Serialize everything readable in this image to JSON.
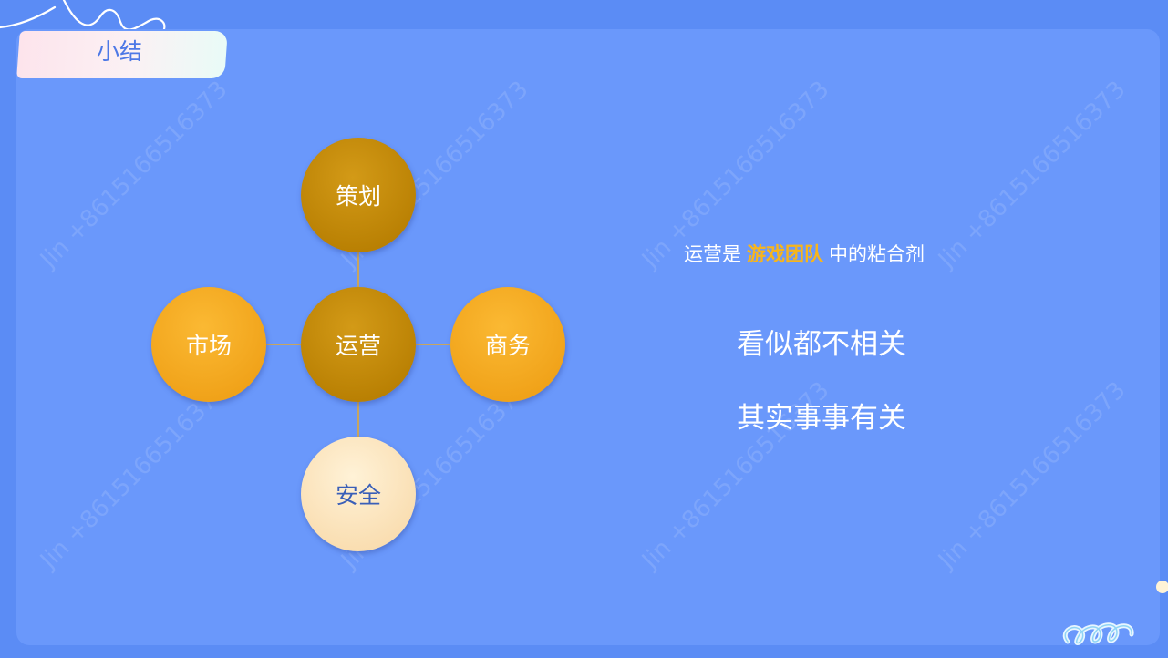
{
  "title": "小结",
  "diagram": {
    "center": "运营",
    "top": "策划",
    "left": "市场",
    "right": "商务",
    "bottom": "安全"
  },
  "summary": {
    "prefix": "运营是",
    "highlight": "游戏团队",
    "suffix": "中的粘合剂"
  },
  "points": [
    "看似都不相关",
    "其实事事有关"
  ],
  "watermark": "Jin +8615166516373",
  "colors": {
    "background": "#5b8cf5",
    "panel": "#6a98fb",
    "title_text": "#4d78e6",
    "highlight": "#f7b51c",
    "node_dark": "#c18a09",
    "node_orange": "#f5aa23",
    "node_light": "#fbe4bd"
  }
}
